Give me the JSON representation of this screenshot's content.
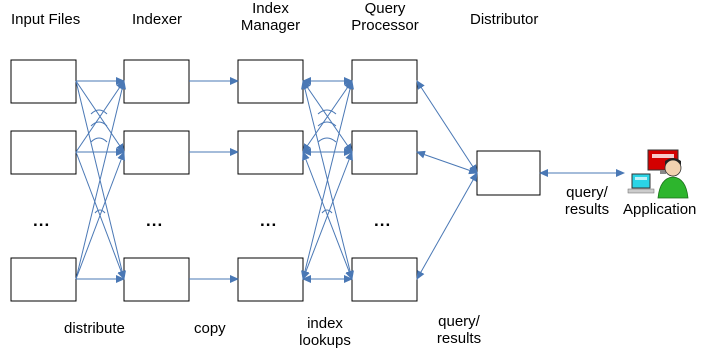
{
  "headers": {
    "input_files": "Input Files",
    "indexer": "Indexer",
    "index_manager_1": "Index",
    "index_manager_2": "Manager",
    "query_processor_1": "Query",
    "query_processor_2": "Processor",
    "distributor": "Distributor"
  },
  "ellipsis": "...",
  "edge_labels": {
    "distribute": "distribute",
    "copy": "copy",
    "index_lookups_1": "index",
    "index_lookups_2": "lookups",
    "query_results_bottom_1": "query/",
    "query_results_bottom_2": "results",
    "query_results_right_1": "query/",
    "query_results_right_2": "results"
  },
  "application_label": "Application",
  "colors": {
    "arrow": "#4a78b5",
    "box_border": "#000000",
    "screen_red": "#d40000",
    "screen_cyan": "#2ad4e6",
    "person_green": "#2db52d"
  },
  "icons": {
    "application": "user-at-computers-icon"
  }
}
